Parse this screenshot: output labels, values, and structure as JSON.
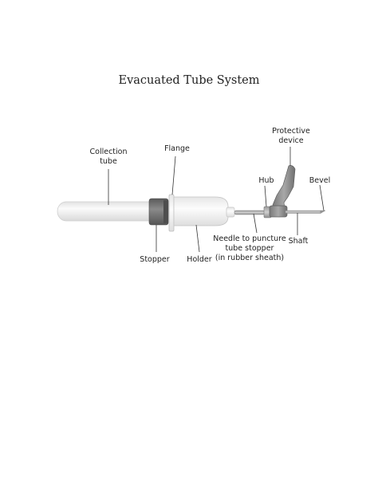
{
  "title": "Evacuated Tube System",
  "labels": {
    "collection_tube": [
      "Collection",
      "tube"
    ],
    "flange": "Flange",
    "protective_device": [
      "Protective",
      "device"
    ],
    "hub": "Hub",
    "bevel": "Bevel",
    "stopper": "Stopper",
    "holder": "Holder",
    "needle": [
      "Needle to puncture",
      "tube stopper",
      "(in rubber sheath)"
    ],
    "shaft": "Shaft"
  },
  "colors": {
    "tube_fill": "#ebebeb",
    "stopper_fill": "#6e6e6e",
    "holder_fill": "#f0f0f0",
    "needle_fill": "#a8a8a8",
    "shield_fill": "#8c8c8c",
    "leader_line": "#333333"
  }
}
